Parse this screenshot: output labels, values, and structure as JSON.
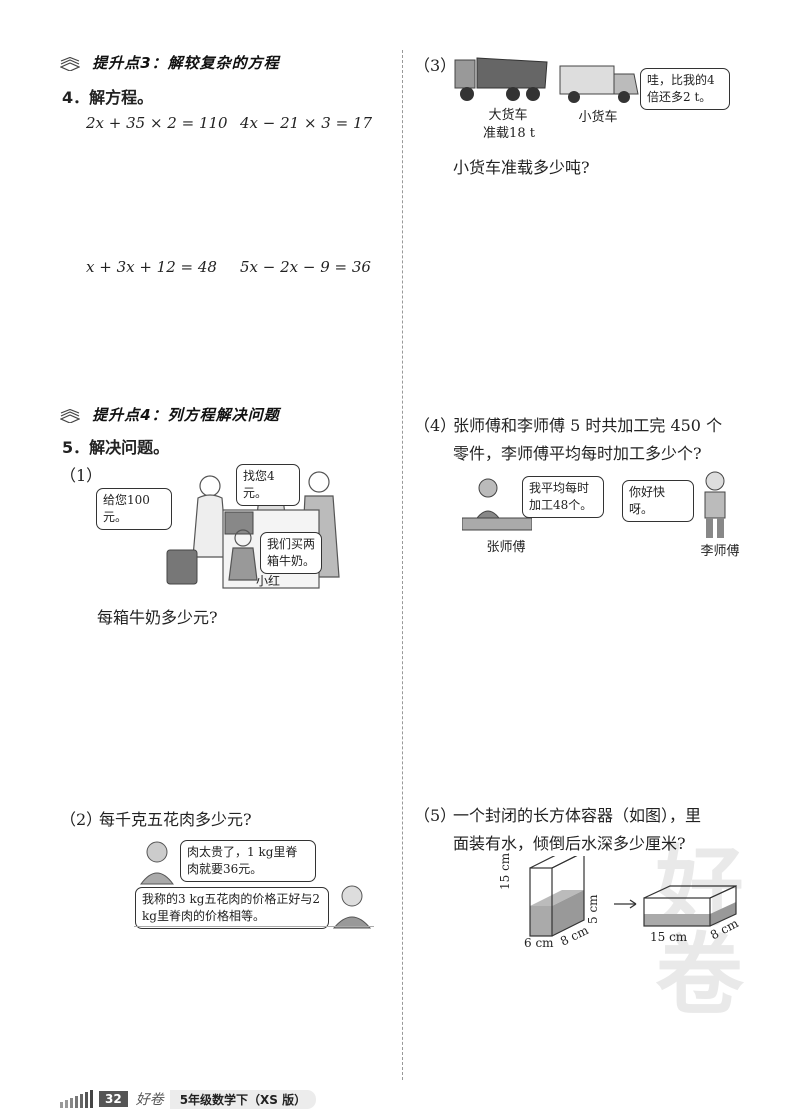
{
  "left": {
    "section3": {
      "title": "提升点3：解较复杂的方程"
    },
    "q4": {
      "label": "4．解方程。",
      "eq1": "2x + 35 × 2 = 110",
      "eq2": "4x − 21 × 3 = 17",
      "eq3": "x + 3x + 12 = 48",
      "eq4": "5x − 2x − 9 = 36"
    },
    "section4": {
      "title": "提升点4：列方程解决问题"
    },
    "q5": {
      "label": "5．解决问题。",
      "p1": {
        "num": "（1）",
        "bubble_give": "给您100元。",
        "bubble_change": "找您4元。",
        "bubble_buy": "我们买两箱牛奶。",
        "name": "小红",
        "question": "每箱牛奶多少元?"
      },
      "p2": {
        "num": "（2）",
        "question": "每千克五花肉多少元?",
        "bubble_1": "肉太贵了，1 kg里脊肉就要36元。",
        "bubble_2": "我称的3 kg五花肉的价格正好与2 kg里脊肉的价格相等。"
      }
    }
  },
  "right": {
    "p3": {
      "num": "（3）",
      "big_truck": "大货车",
      "big_truck_load": "准载18 t",
      "small_truck": "小货车",
      "bubble": "哇，比我的4倍还多2 t。",
      "question": "小货车准载多少吨?"
    },
    "p4": {
      "num": "（4）",
      "text_line1": "张师傅和李师傅 5 时共加工完 450 个",
      "text_line2": "零件，李师傅平均每时加工多少个?",
      "bubble_zhang": "我平均每时加工48个。",
      "bubble_li": "你好快呀。",
      "name_zhang": "张师傅",
      "name_li": "李师傅"
    },
    "p5": {
      "num": "（5）",
      "text_line1": "一个封闭的长方体容器（如图），里",
      "text_line2": "面装有水，倾倒后水深多少厘米?",
      "dim_height": "15 cm",
      "dim_width": "6 cm",
      "dim_depth": "8 cm",
      "dim_water": "5 cm",
      "dim_length2": "15 cm",
      "dim_depth2": "8 cm"
    }
  },
  "footer": {
    "page_number": "32",
    "brand": "好卷",
    "book": "5年级数学下（XS 版）"
  },
  "watermark": {
    "chars": "好卷"
  }
}
